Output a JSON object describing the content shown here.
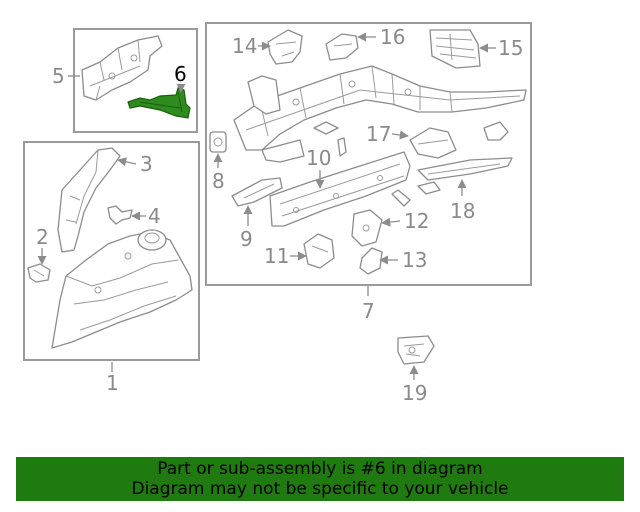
{
  "callouts": {
    "c1": "1",
    "c2": "2",
    "c3": "3",
    "c4": "4",
    "c5": "5",
    "c6": "6",
    "c7": "7",
    "c8": "8",
    "c9": "9",
    "c10": "10",
    "c11": "11",
    "c12": "12",
    "c13": "13",
    "c14": "14",
    "c15": "15",
    "c16": "16",
    "c17": "17",
    "c18": "18",
    "c19": "19"
  },
  "highlighted_part": "6",
  "colors": {
    "highlight": "#2e8b1e",
    "banner": "#1f7a10",
    "line": "#8c8c8c"
  },
  "banner": {
    "line1": "Part or sub-assembly is #6 in diagram",
    "line2": "Diagram may not be specific to your vehicle"
  }
}
